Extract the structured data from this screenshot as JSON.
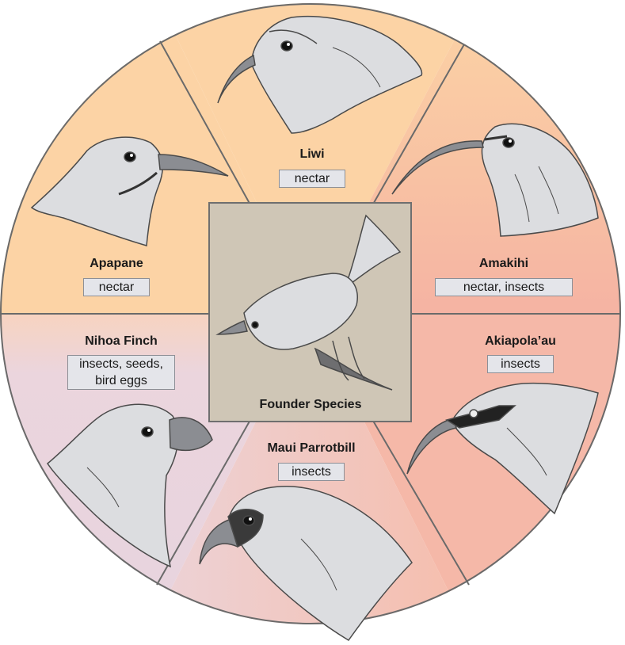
{
  "colors": {
    "nectar": "#fcd3a5",
    "insects": "#f5b3a3",
    "mixed": "#e9d5dd",
    "center_box": "#cfc6b6",
    "label_box": "#e4e5ea",
    "bird_fill": "#dcdde0",
    "bird_stroke": "#4a4a4a"
  },
  "center": {
    "label": "Founder Species",
    "icon": "founder-bird"
  },
  "birds": [
    {
      "name": "Liwi",
      "diet": [
        "nectar"
      ],
      "icon": "liwi-head"
    },
    {
      "name": "Amakihi",
      "diet": [
        "nectar, insects"
      ],
      "icon": "amakihi-head"
    },
    {
      "name": "Akiapola’au",
      "diet": [
        "insects"
      ],
      "icon": "akiapolaau-head"
    },
    {
      "name": "Maui Parrotbill",
      "diet": [
        "insects"
      ],
      "icon": "maui-parrotbill-head"
    },
    {
      "name": "Nihoa Finch",
      "diet": [
        "insects, seeds,",
        "bird eggs"
      ],
      "icon": "nihoa-finch-head"
    },
    {
      "name": "Apapane",
      "diet": [
        "nectar"
      ],
      "icon": "apapane-head"
    }
  ]
}
